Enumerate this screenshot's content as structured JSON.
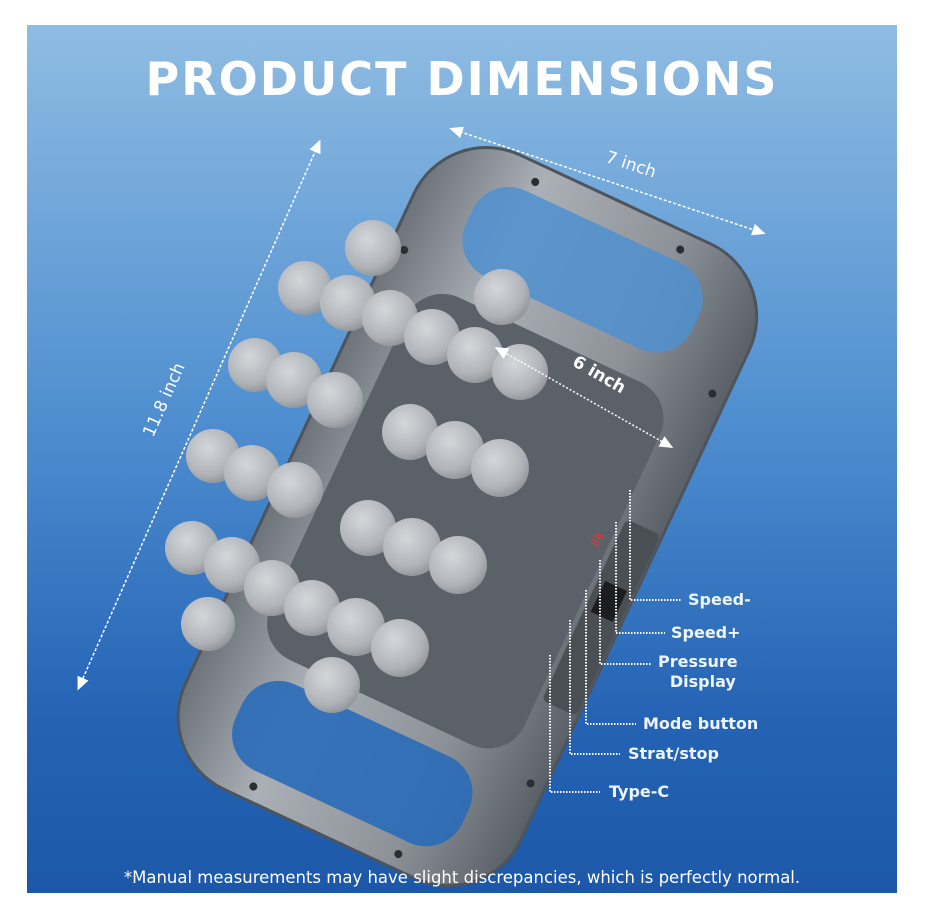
{
  "title": "PRODUCT DIMENSIONS",
  "dimensions": {
    "width": "7 inch",
    "inner_width": "6 inch",
    "length": "11.8 inch"
  },
  "labels": [
    "Speed-",
    "Speed+",
    "Pressure Display",
    "Mode button",
    "Strat/stop",
    "Type-C"
  ],
  "label_lines": {
    "pressure_1": "Pressure",
    "pressure_2": "Display"
  },
  "display_value": "88",
  "footnote": "*Manual measurements may have slight discrepancies, which is perfectly normal.",
  "colors": {
    "bg_top": "#8fbce2",
    "bg_bottom": "#1d58a8",
    "device": "#8a9096",
    "ball": "#b4b8bd"
  }
}
